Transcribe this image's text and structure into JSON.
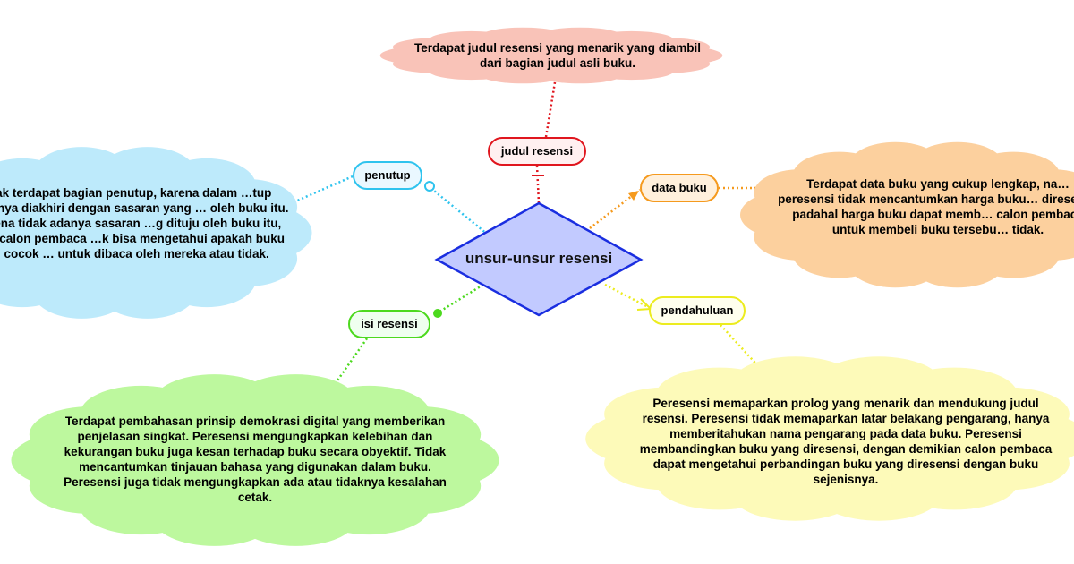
{
  "central": {
    "label": "unsur-unsur resensi",
    "fill": "#c2caff",
    "stroke": "#1a2ee0"
  },
  "topics": [
    {
      "key": "judul",
      "label": "judul resensi",
      "border": "#e0161e",
      "fill": "#fff0f0",
      "cloud_color": "#f9c3b8",
      "note": "Terdapat judul resensi yang menarik yang diambil dari bagian judul asli buku."
    },
    {
      "key": "penutup",
      "label": "penutup",
      "border": "#2ec3ee",
      "fill": "#eaf8ff",
      "cloud_color": "#bdeafb",
      "note": "…ak terdapat bagian penutup, karena dalam …tup biasanya diakhiri dengan sasaran yang … oleh buku itu. Karena tidak adanya sasaran …g dituju oleh buku itu, para calon pembaca …k bisa mengetahui apakah buku itu cocok … untuk dibaca oleh mereka atau tidak."
    },
    {
      "key": "data-buku",
      "label": "data buku",
      "border": "#f59a1e",
      "fill": "#fff0dc",
      "cloud_color": "#fcd09e",
      "note": "Terdapat data buku yang cukup lengkap, na… peresensi tidak mencantumkan harga buku… diresensi, padahal harga buku dapat memb… calon pembaca untuk membeli buku tersebu… tidak."
    },
    {
      "key": "pendahuluan",
      "label": "pendahuluan",
      "border": "#ecec1e",
      "fill": "#ffffee",
      "cloud_color": "#fdfab9",
      "note": "Peresensi memaparkan prolog yang menarik dan mendukung judul resensi. Peresensi tidak memaparkan latar belakang pengarang, hanya memberitahukan nama pengarang pada data buku. Peresensi membandingkan buku yang diresensi, dengan demikian calon pembaca dapat mengetahui perbandingan buku yang diresensi dengan buku sejenisnya."
    },
    {
      "key": "isi",
      "label": "isi resensi",
      "border": "#4cd91e",
      "fill": "#effff0",
      "cloud_color": "#bdf89e",
      "note": "Terdapat pembahasan prinsip demokrasi digital yang memberikan penjelasan singkat. Peresensi mengungkapkan kelebihan dan kekurangan buku juga kesan terhadap buku secara obyektif. Tidak mencantumkan tinjauan bahasa yang digunakan dalam buku. Peresensi juga tidak mengungkapkan ada atau tidaknya kesalahan cetak."
    }
  ]
}
